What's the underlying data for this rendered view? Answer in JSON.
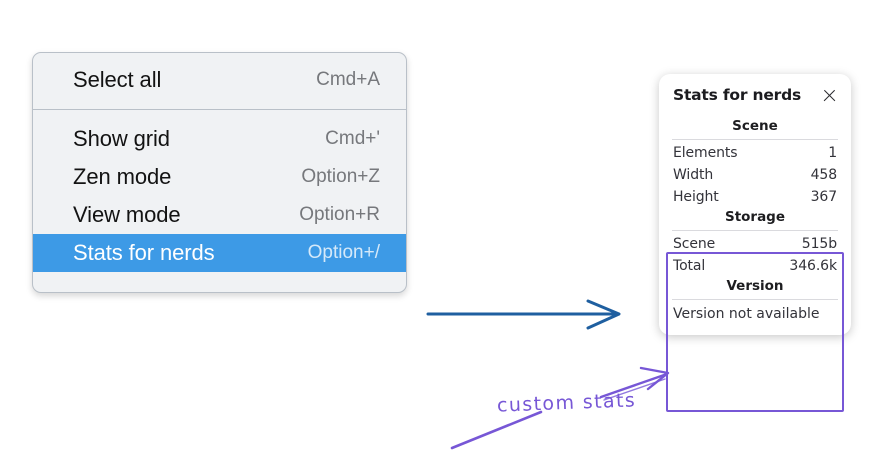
{
  "context_menu": {
    "groups": [
      {
        "items": [
          {
            "label": "Select all",
            "shortcut": "Cmd+A",
            "selected": false
          }
        ]
      },
      {
        "items": [
          {
            "label": "Show grid",
            "shortcut": "Cmd+'",
            "selected": false
          },
          {
            "label": "Zen mode",
            "shortcut": "Option+Z",
            "selected": false
          },
          {
            "label": "View mode",
            "shortcut": "Option+R",
            "selected": false
          },
          {
            "label": "Stats for nerds",
            "shortcut": "Option+/",
            "selected": true
          }
        ]
      }
    ]
  },
  "stats_panel": {
    "title": "Stats for nerds",
    "close_icon": "close-icon",
    "sections": [
      {
        "heading": "Scene",
        "rows": [
          {
            "key": "Elements",
            "value": "1"
          },
          {
            "key": "Width",
            "value": "458"
          },
          {
            "key": "Height",
            "value": "367"
          }
        ]
      },
      {
        "heading": "Storage",
        "rows": [
          {
            "key": "Scene",
            "value": "515b"
          },
          {
            "key": "Total",
            "value": "346.6k"
          }
        ]
      },
      {
        "heading": "Version",
        "text": "Version not available"
      }
    ]
  },
  "annotations": {
    "handwritten_label": "custom stats",
    "blue_arrow": "arrow-right-icon",
    "purple_arrow": "arrow-up-right-icon",
    "purple_underline": "underline-stroke-icon",
    "highlight_box": "highlight-rectangle"
  },
  "colors": {
    "menu_background": "#f0f2f4",
    "menu_selected": "#3d9ae6",
    "annotation_purple": "#7757d6",
    "annotation_blue": "#1f5fa0",
    "panel_background": "#ffffff"
  }
}
